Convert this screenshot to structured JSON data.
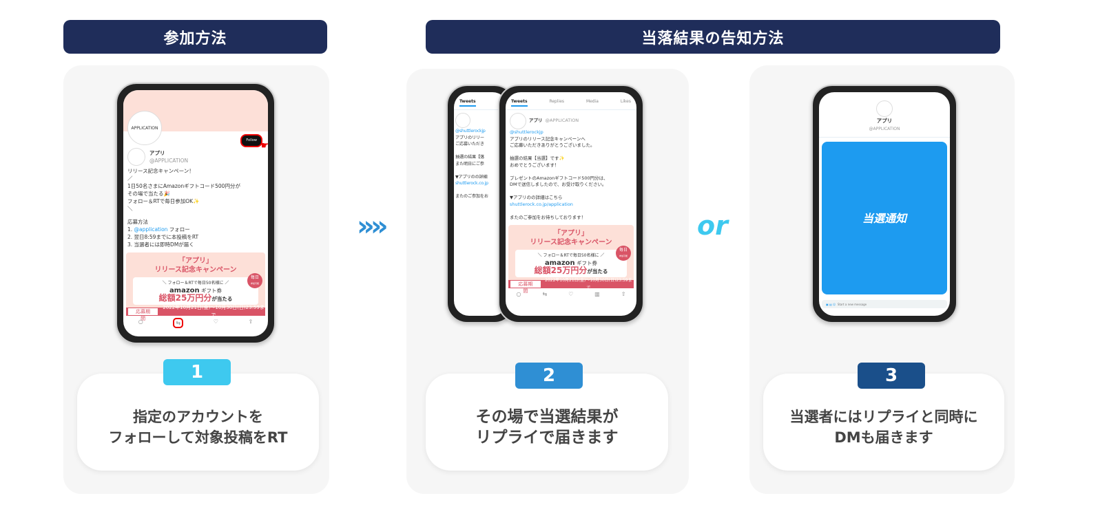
{
  "headers": {
    "entry": "参加方法",
    "result": "当落結果の告知方法"
  },
  "separators": {
    "arrow": "»»",
    "or": "or"
  },
  "steps": [
    {
      "number": "1",
      "line1": "指定のアカウントを",
      "line2": "フォローして対象投稿をRT",
      "color": "#3ec9ef"
    },
    {
      "number": "2",
      "line1": "その場で当選結果が",
      "line2": "リプライで届きます",
      "color": "#2f8fd4"
    },
    {
      "number": "3",
      "line1": "当選者にはリプライと同時に",
      "line2": "DMも届きます",
      "color": "#1a4f8a"
    }
  ],
  "phone1": {
    "logo": "APPLICATION",
    "follow": "Follow",
    "name": "アプリ",
    "handle": "@APPLICATION",
    "lines": [
      "リリース記念キャンペーン！",
      "／",
      "1日50名さまにAmazonギフトコード500円分が",
      "その場で当たる🎉",
      "フォロー＆RTで毎日参加OK✨",
      "＼",
      "",
      "応募方法"
    ],
    "steps": [
      "1. ",
      "@application",
      " フォロー",
      "2. 翌日8:59までに本投稿をRT",
      "3. 当選者には即時DMが届く"
    ]
  },
  "banner": {
    "title1": "「アプリ」",
    "title2": "リリース記念キャンペーン",
    "sub": "＼ フォロー＆RTで毎日50名様に ／",
    "amazon": "amazon",
    "gift": "ギフト券",
    "total": "総額25万円分",
    "hit": "が当たる",
    "daily": "毎日",
    "daily_sub": "参加可能",
    "period_label": "応募期間",
    "period": "2022年10月21日(金)～10月30日(日)23:59まで"
  },
  "phone2": {
    "tabs": [
      "Tweets",
      "Replies",
      "Media",
      "Likes"
    ],
    "name": "アプリ",
    "handle": "@APPLICATION",
    "reply_to": "@shuttlerockjp",
    "lines": [
      "アプリのリリース記念キャンペーンへ",
      "ご応募いただきありがとうございました。",
      "",
      "抽選の結果【当選】です✨",
      "おめでとうございます！",
      "",
      "プレゼントのAmazonギフトコード500円分は、",
      "DMで送信しましたので、お受け取りください。",
      "",
      "▼アプリのの詳細はこちら"
    ],
    "link": "shuttlerock.co.jp/application",
    "closing": "またのご参加をお待ちしております！",
    "back_lines": [
      "アプリのリリー",
      "ご応募いただき",
      "",
      "抽選の結果【落",
      "また明日にご参",
      "",
      "▼アプリのの詳細",
      "shuttlerock.co.jp",
      "",
      "またのご参加をお"
    ]
  },
  "phone3": {
    "name": "アプリ",
    "handle": "@APPLICATION",
    "message": "当選通知",
    "input_placeholder": "Start a new message"
  }
}
